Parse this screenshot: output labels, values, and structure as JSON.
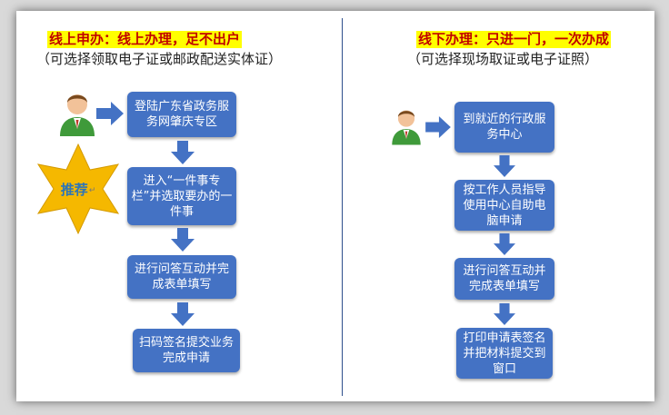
{
  "left": {
    "title": "线上申办：线上办理，足不出户",
    "subtitle": "（可选择领取电子证或邮政配送实体证）",
    "steps": [
      "登陆广东省政务服务网肇庆专区",
      "进入“一件事专栏”并选取要办的一件事",
      "进行问答互动并完成表单填写",
      "扫码签名提交业务完成申请"
    ],
    "badge": "推荐",
    "badge_mark": "↵"
  },
  "right": {
    "title": "线下办理：只进一门，一次办成",
    "subtitle": "（可选择现场取证或电子证照）",
    "steps": [
      "到就近的行政服务中心",
      "按工作人员指导使用中心自助电脑申请",
      "进行问答互动并完成表单填写",
      "打印申请表签名并把材料提交到窗口"
    ]
  },
  "colors": {
    "box": "#4472c4",
    "title_text": "#c00000",
    "title_highlight": "#ffff00",
    "star": "#f5b800"
  },
  "icons": [
    "person-icon",
    "right-arrow-icon",
    "down-arrow-icon",
    "star-icon"
  ]
}
